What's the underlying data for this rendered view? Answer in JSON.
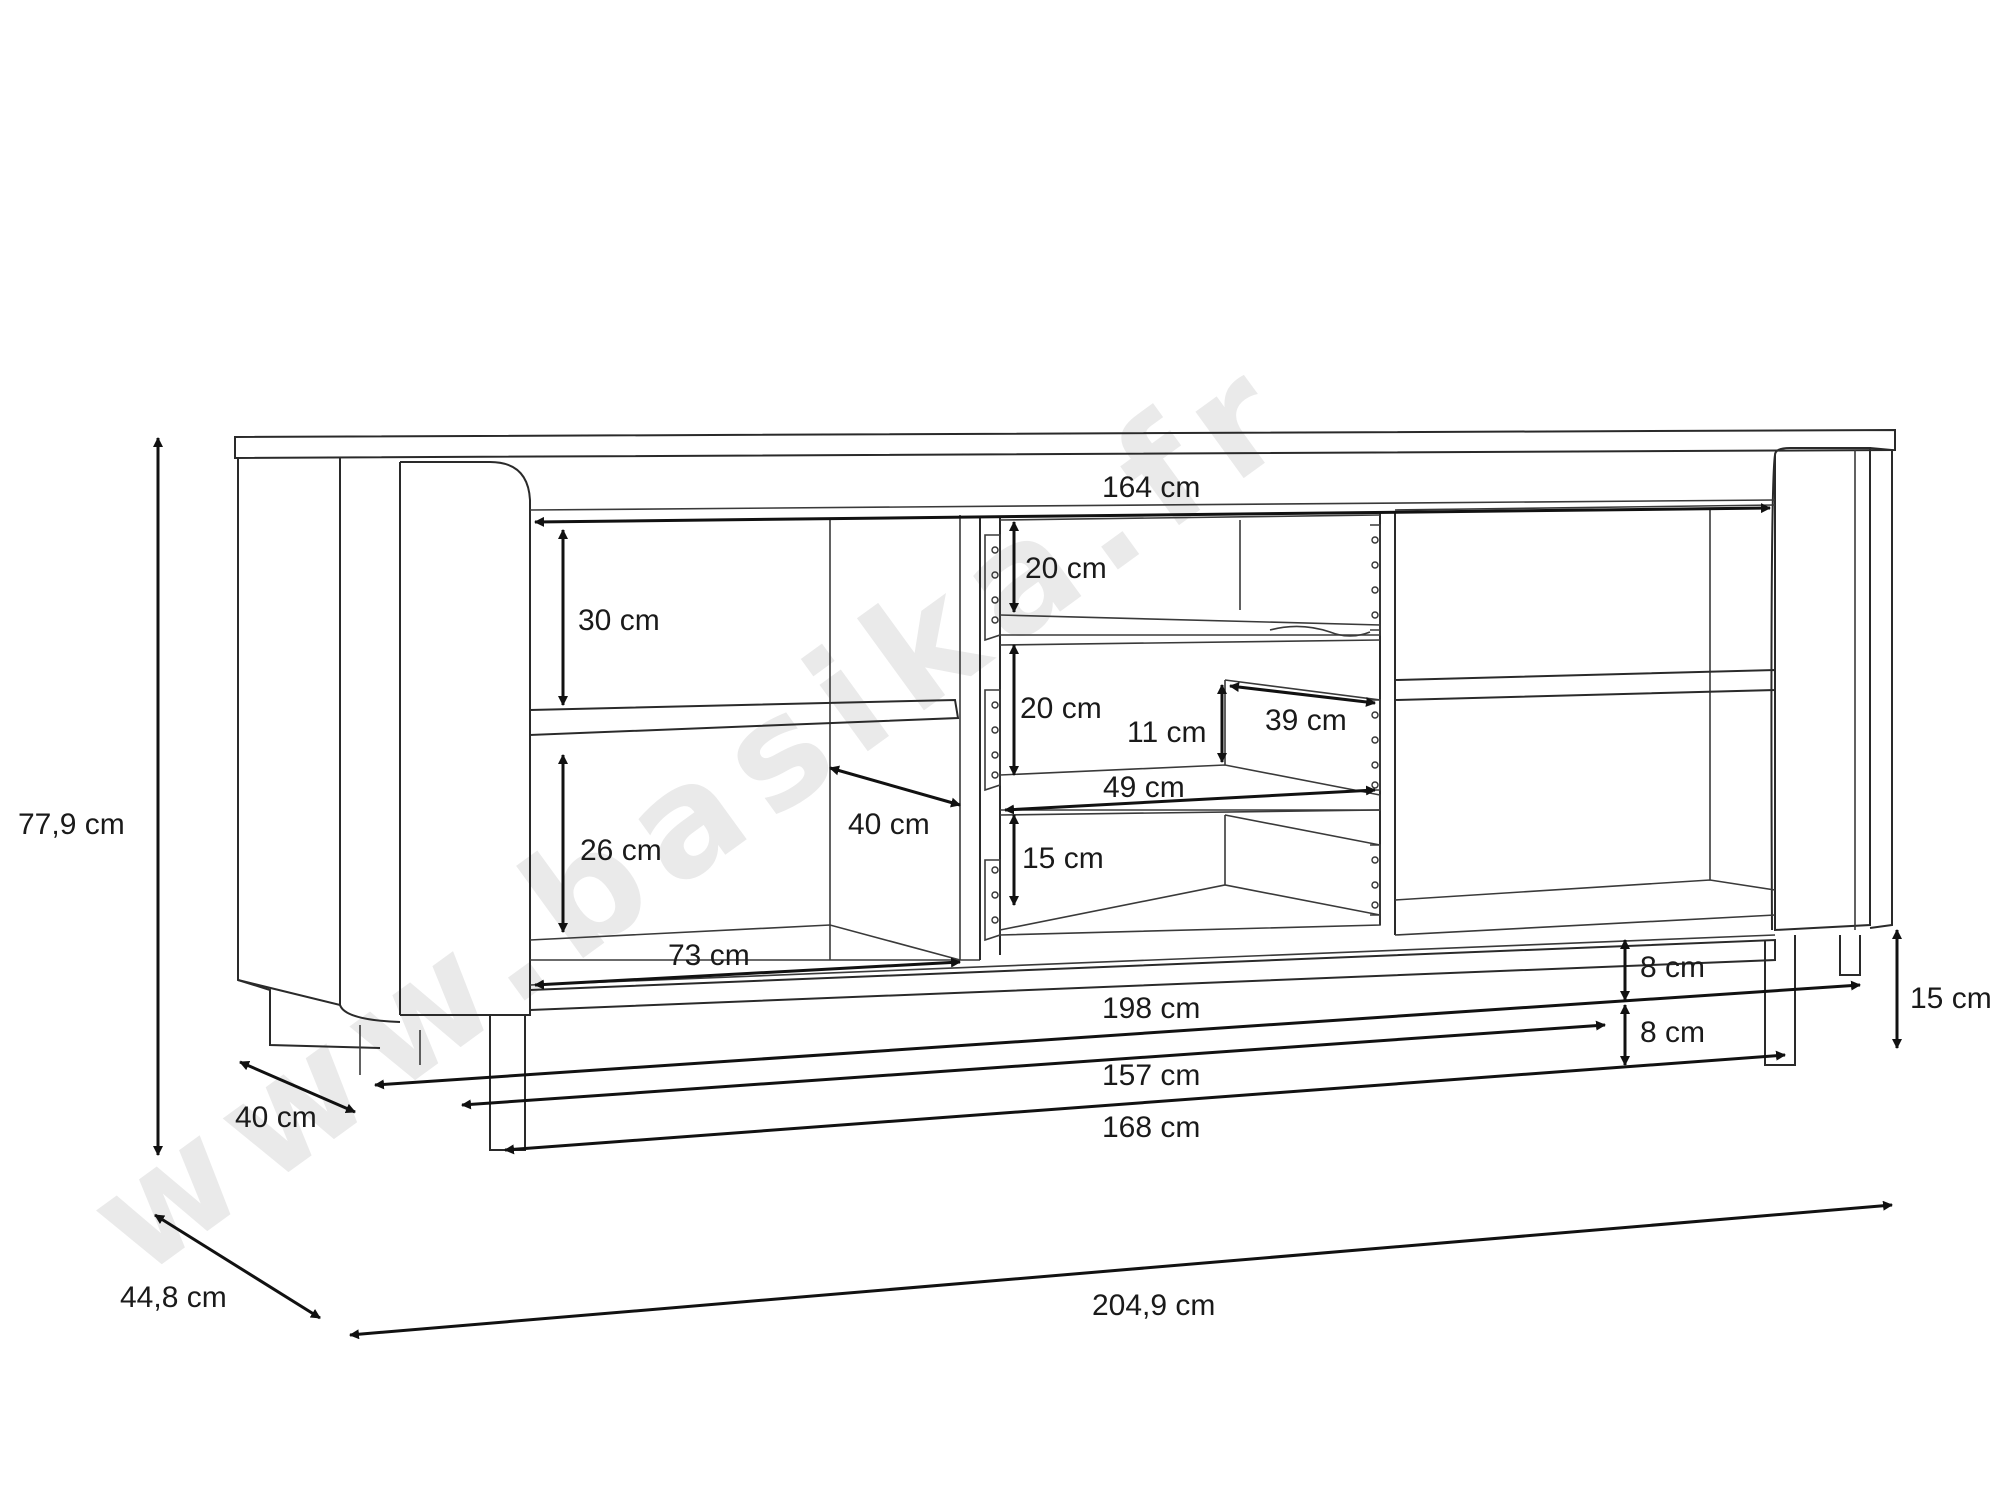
{
  "watermark": "www.basika.fr",
  "dimensions": {
    "total_height": "77,9 cm",
    "total_depth": "44,8 cm",
    "total_width": "204,9 cm",
    "inner_depth": "40 cm",
    "interior_width_top": "164 cm",
    "left_upper_height": "30 cm",
    "left_lower_height": "26 cm",
    "left_shelf_depth": "40 cm",
    "left_compartment_width": "73 cm",
    "drawer1_height": "20 cm",
    "drawer2_height": "20 cm",
    "drawer_inner_height": "11 cm",
    "drawer_inner_depth": "39 cm",
    "drawer_inner_width": "49 cm",
    "drawer3_height": "15 cm",
    "plinth_upper": "8 cm",
    "plinth_lower": "8 cm",
    "leg_height": "15 cm",
    "base_width": "198 cm",
    "leg_span_inner": "157 cm",
    "leg_span_outer": "168 cm"
  }
}
